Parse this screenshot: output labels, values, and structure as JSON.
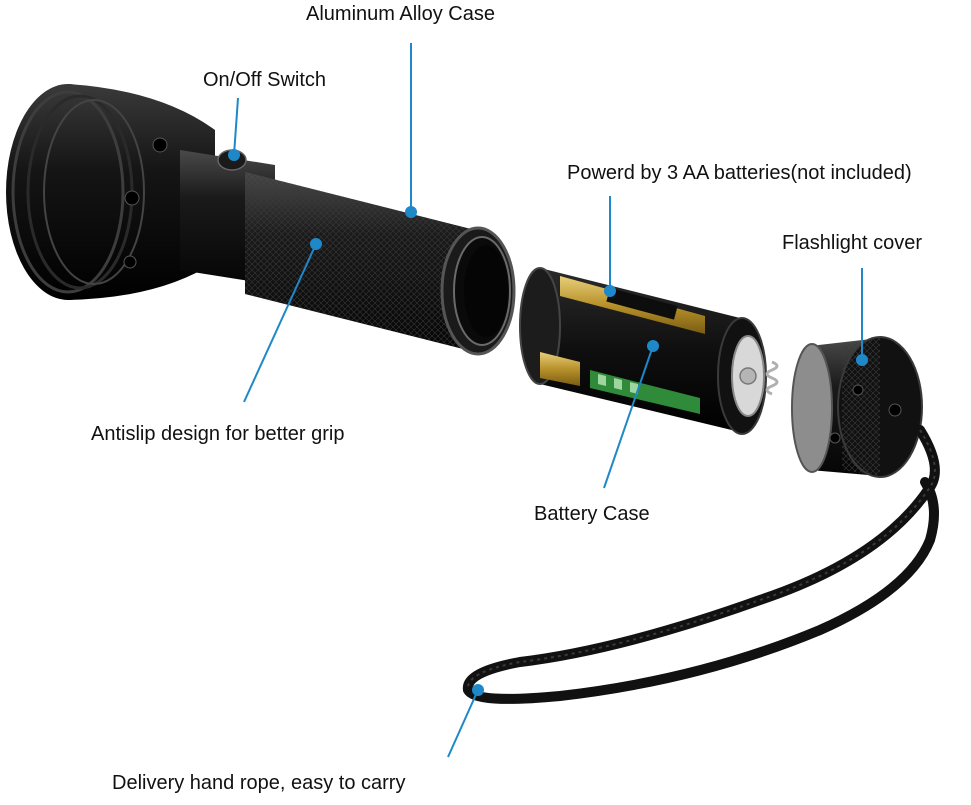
{
  "colors": {
    "leader_line": "#1e88c8",
    "metal_dark": "#111111",
    "metal_mid": "#2a2a2a",
    "metal_light": "#5a5a5a",
    "battery_gold": "#c9a43a",
    "battery_green": "#2f8a3a",
    "background": "#ffffff"
  },
  "labels": {
    "aluminum_case": "Aluminum Alloy Case",
    "switch": "On/Off Switch",
    "batteries": "Powerd by 3 AA batteries(not included)",
    "cover": "Flashlight cover",
    "grip": "Antislip design for better grip",
    "battery_case": "Battery Case",
    "rope": "Delivery hand rope, easy to carry"
  }
}
